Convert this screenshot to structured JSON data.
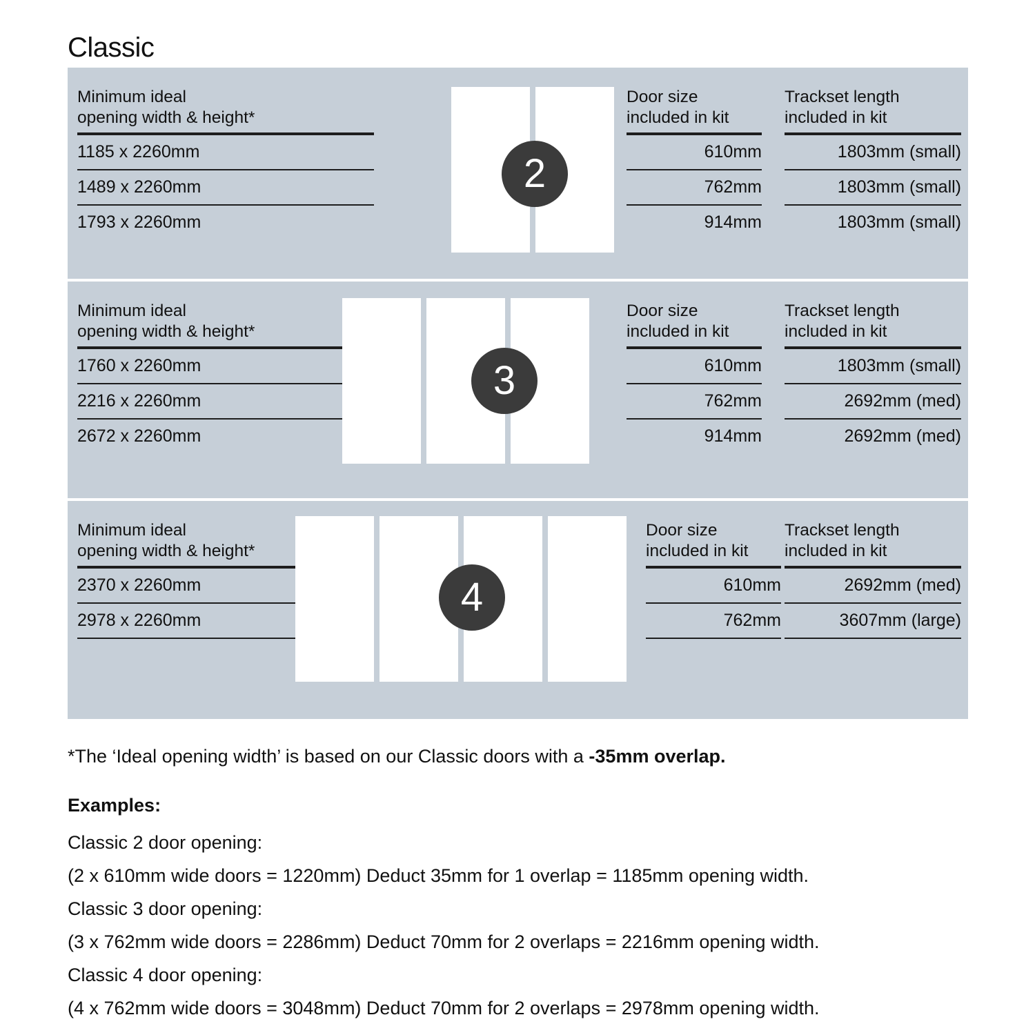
{
  "title": "Classic",
  "colors": {
    "panel_bg": "#c6cfd8",
    "badge_bg": "#3b3b3b",
    "door_fill": "#ffffff",
    "text": "#111111",
    "rule": "#1d1d1d"
  },
  "table_headers": {
    "opening": "Minimum ideal\nopening width & height*",
    "door_size": "Door size\nincluded in kit",
    "trackset": "Trackset length\nincluded in kit"
  },
  "panels": [
    {
      "door_count": "2",
      "doors": 2,
      "rows": [
        {
          "opening": "1185 x 2260mm",
          "door_size": "610mm",
          "trackset": "1803mm (small)"
        },
        {
          "opening": "1489 x 2260mm",
          "door_size": "762mm",
          "trackset": "1803mm (small)"
        },
        {
          "opening": "1793 x 2260mm",
          "door_size": "914mm",
          "trackset": "1803mm (small)"
        }
      ]
    },
    {
      "door_count": "3",
      "doors": 3,
      "rows": [
        {
          "opening": "1760 x 2260mm",
          "door_size": "610mm",
          "trackset": "1803mm (small)"
        },
        {
          "opening": "2216 x 2260mm",
          "door_size": "762mm",
          "trackset": "2692mm (med)"
        },
        {
          "opening": "2672 x 2260mm",
          "door_size": "914mm",
          "trackset": "2692mm (med)"
        }
      ]
    },
    {
      "door_count": "4",
      "doors": 4,
      "rows": [
        {
          "opening": "2370 x 2260mm",
          "door_size": "610mm",
          "trackset": "2692mm (med)"
        },
        {
          "opening": "2978 x 2260mm",
          "door_size": "762mm",
          "trackset": "3607mm (large)"
        }
      ]
    }
  ],
  "footnote": {
    "normal": "*The ‘Ideal opening width’ is based on our Classic doors with a ",
    "bold": "-35mm overlap."
  },
  "examples": {
    "heading": "Examples:",
    "lines": [
      "Classic 2 door opening:",
      "(2 x 610mm wide doors = 1220mm)  Deduct 35mm for 1 overlap = 1185mm opening width.",
      "Classic 3 door opening:",
      "(3 x 762mm wide doors = 2286mm)  Deduct 70mm for 2 overlaps = 2216mm opening width.",
      "Classic 4 door opening:",
      "(4 x 762mm wide doors = 3048mm)  Deduct 70mm for 2 overlaps = 2978mm opening width."
    ]
  }
}
